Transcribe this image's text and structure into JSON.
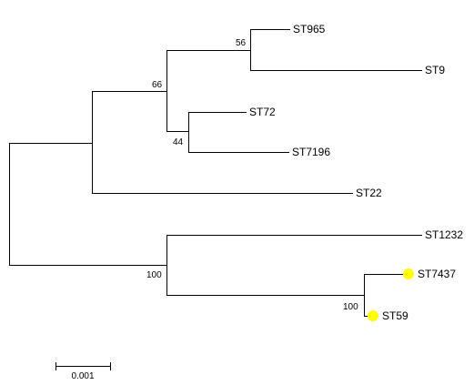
{
  "tree": {
    "leaves": [
      {
        "id": "st965",
        "label": "ST965"
      },
      {
        "id": "st9",
        "label": "ST9"
      },
      {
        "id": "st72",
        "label": "ST72"
      },
      {
        "id": "st7196",
        "label": "ST7196"
      },
      {
        "id": "st22",
        "label": "ST22"
      },
      {
        "id": "st1232",
        "label": "ST1232"
      },
      {
        "id": "st7437",
        "label": "ST7437",
        "marker": true
      },
      {
        "id": "st59",
        "label": "ST59",
        "marker": true
      }
    ],
    "support_values": {
      "st965_st9": "56",
      "upper_clade": "66",
      "st72_st7196": "44",
      "lower_clade": "100",
      "st7437_st59": "100"
    },
    "marker_color": "#ffff00",
    "scale_bar": {
      "label": "0.001"
    }
  }
}
